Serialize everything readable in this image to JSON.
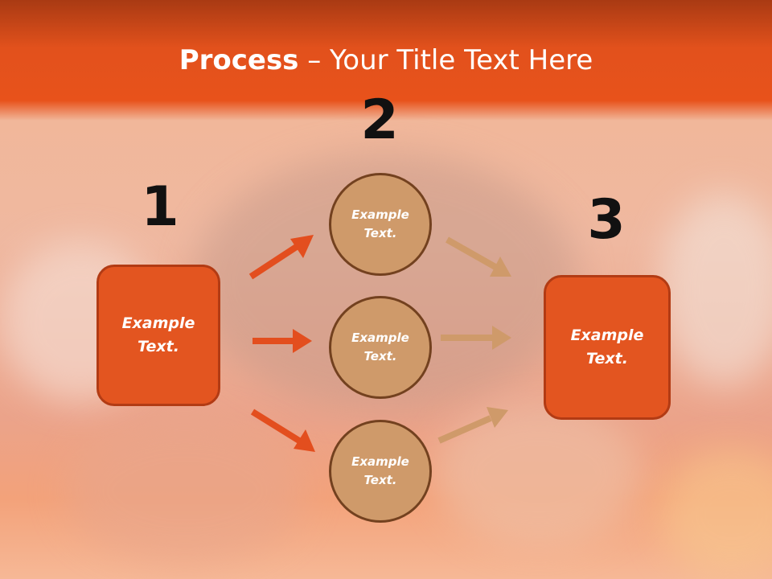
{
  "title": {
    "bold": "Process",
    "rest": " – Your Title Text Here"
  },
  "steps": [
    {
      "number": "1",
      "box_label": "Example\nText."
    },
    {
      "number": "2",
      "circles": [
        "Example\nText.",
        "Example\nText.",
        "Example\nText."
      ]
    },
    {
      "number": "3",
      "box_label": "Example\nText."
    }
  ],
  "colors": {
    "header": "#e2511c",
    "box_fill": "#e35520",
    "circle_fill": "#cf9a6a",
    "arrow_left": "#e34e1e",
    "arrow_right": "#cf9a6a"
  }
}
